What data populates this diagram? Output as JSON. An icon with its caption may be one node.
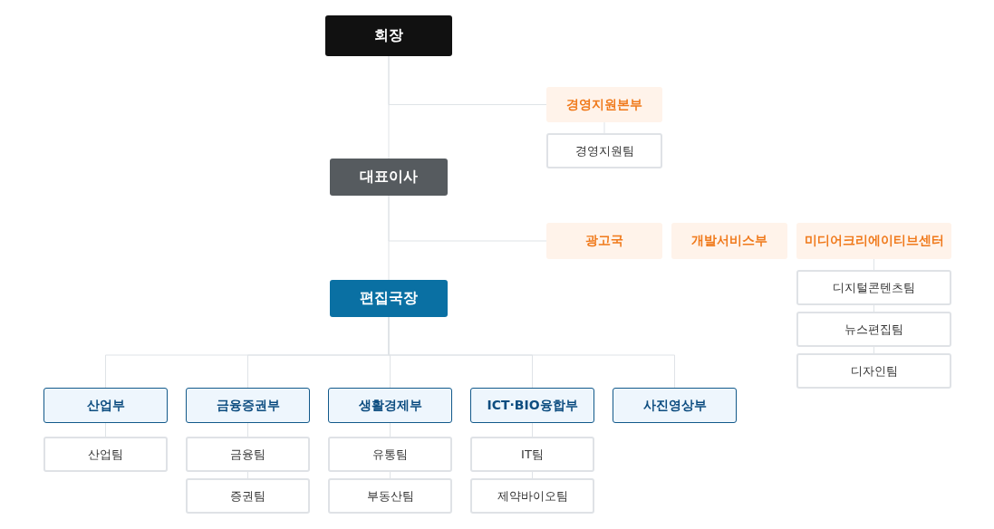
{
  "diagram": {
    "nodes": [
      {
        "text": [
          "회장"
        ]
      },
      {
        "text": [
          "경영지원본부"
        ]
      },
      {
        "text": [
          "경영지원팀"
        ]
      },
      {
        "text": [
          "대표이사"
        ]
      },
      {
        "text": [
          "광고국"
        ]
      },
      {
        "text": [
          "개발서비스부"
        ]
      },
      {
        "text": [
          "미디어크리에이티브센터"
        ]
      },
      {
        "text": [
          "디지털콘텐츠팀"
        ]
      },
      {
        "text": [
          "뉴스편집팀"
        ]
      },
      {
        "text": [
          "디자인팀"
        ]
      },
      {
        "text": [
          "편집국장"
        ]
      },
      {
        "text": [
          "산업부"
        ]
      },
      {
        "text": [
          "금융증권부"
        ]
      },
      {
        "text": [
          "생활경제부"
        ]
      },
      {
        "text": [
          "ICT·BIO융합부"
        ]
      },
      {
        "text": [
          "사진영상부"
        ]
      },
      {
        "text": [
          "산업팀"
        ]
      },
      {
        "text": [
          "금융팀"
        ]
      },
      {
        "text": [
          "증권팀"
        ]
      },
      {
        "text": [
          "유통팀"
        ]
      },
      {
        "text": [
          "부동산팀"
        ]
      },
      {
        "text": [
          "IT팀"
        ]
      },
      {
        "text": [
          "제약바이오팀"
        ]
      }
    ],
    "edges": [
      {
        "from": 0,
        "to": 3,
        "arrow": "none"
      },
      {
        "from": 0,
        "to": 1,
        "arrow": "none"
      },
      {
        "from": 1,
        "to": 2,
        "arrow": "none"
      },
      {
        "from": 3,
        "to": 10,
        "arrow": "none"
      },
      {
        "from": 3,
        "to": 4,
        "arrow": "none"
      },
      {
        "from": 6,
        "to": 7,
        "arrow": "none"
      },
      {
        "from": 7,
        "to": 8,
        "arrow": "none"
      },
      {
        "from": 8,
        "to": 9,
        "arrow": "none"
      },
      {
        "from": 10,
        "to": 11,
        "arrow": "none"
      },
      {
        "from": 10,
        "to": 12,
        "arrow": "none"
      },
      {
        "from": 10,
        "to": 13,
        "arrow": "none"
      },
      {
        "from": 10,
        "to": 14,
        "arrow": "none"
      },
      {
        "from": 10,
        "to": 15,
        "arrow": "none"
      },
      {
        "from": 11,
        "to": 16,
        "arrow": "none"
      },
      {
        "from": 12,
        "to": 17,
        "arrow": "none"
      },
      {
        "from": 17,
        "to": 18,
        "arrow": "none"
      },
      {
        "from": 13,
        "to": 19,
        "arrow": "none"
      },
      {
        "from": 19,
        "to": 20,
        "arrow": "none"
      },
      {
        "from": 14,
        "to": 21,
        "arrow": "none"
      },
      {
        "from": 21,
        "to": 22,
        "arrow": "none"
      }
    ]
  }
}
